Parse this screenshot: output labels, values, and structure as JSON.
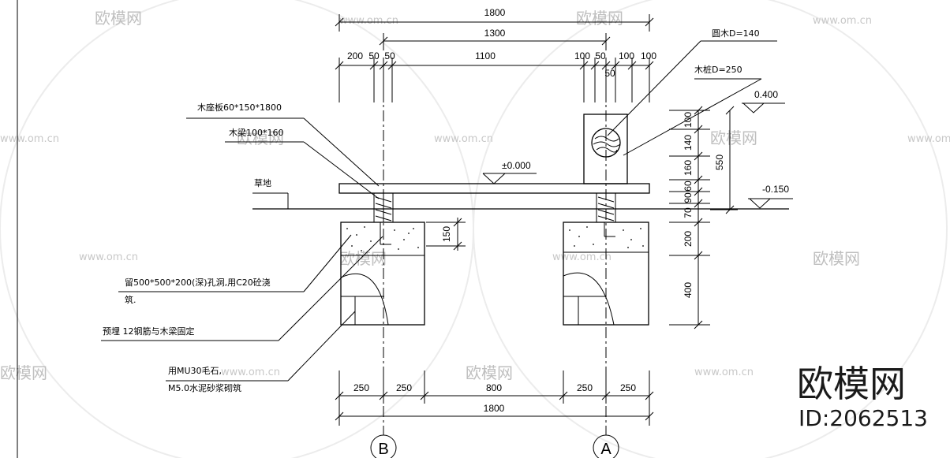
{
  "dimensions": {
    "top_total": "1800",
    "top_second": "1300",
    "top_segments": [
      "200",
      "50",
      "50",
      "1100",
      "100",
      "50",
      "100",
      "100"
    ],
    "top_extra": "50",
    "right_segments": [
      "100",
      "140",
      "160",
      "60",
      "90",
      "70",
      "200",
      "400"
    ],
    "right_total": "550",
    "footing_depth": "150",
    "bottom_segments": [
      "250",
      "250",
      "800",
      "250",
      "250"
    ],
    "bottom_total": "1800"
  },
  "elevations": {
    "ground": "±0.000",
    "top": "0.400",
    "bottom": "-0.150"
  },
  "labels": {
    "round_wood": "圆木D=140",
    "wood_column": "木桩D=250",
    "seat_board": "木座板60*150*1800",
    "wood_beam": "木梁100*160",
    "lawn": "草地",
    "hole_line1": "留500*500*200(深)孔洞,用C20砼浇",
    "hole_line2": "筑.",
    "embed_rebar": "预埋  12钢筋与木梁固定",
    "masonry_line1": "用MU30毛石,",
    "masonry_line2": "M5.0水泥砂浆砌筑"
  },
  "axes": [
    "B",
    "A"
  ],
  "watermark": {
    "brand": "欧模网",
    "site": "www.om.cn",
    "id": "ID:2062513"
  }
}
